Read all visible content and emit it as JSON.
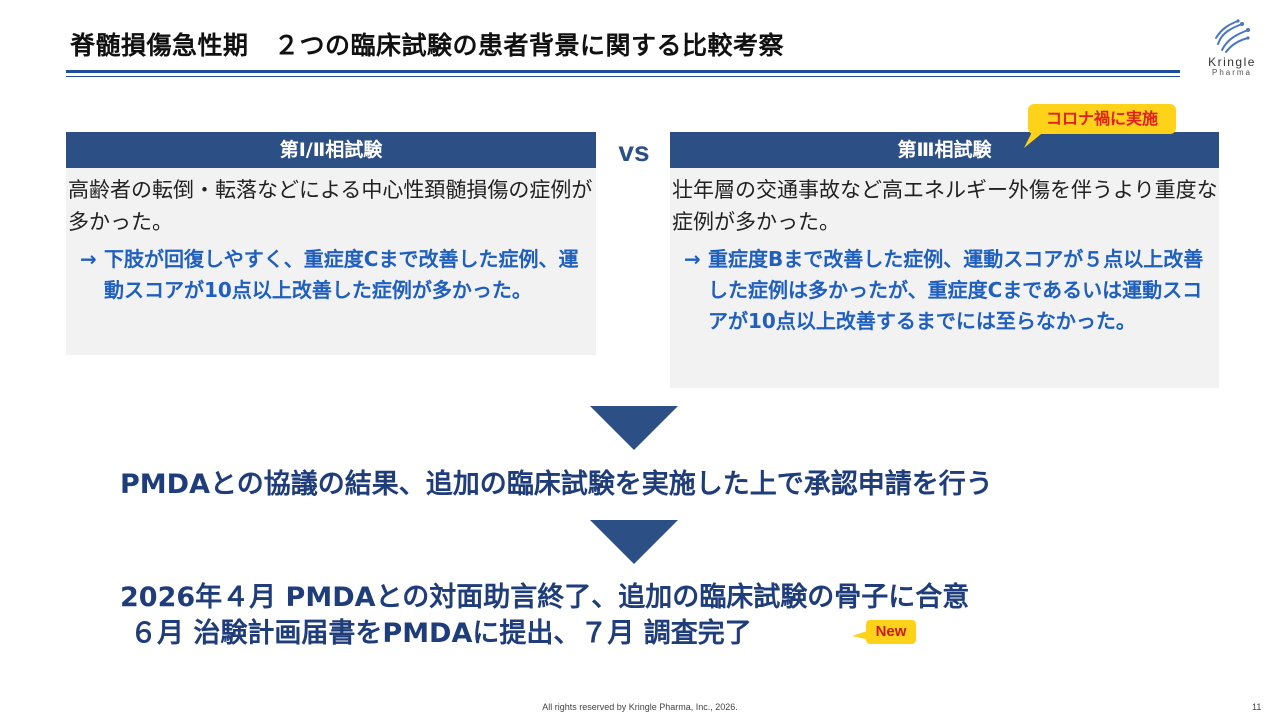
{
  "slide": {
    "title": "脊髄損傷急性期　２つの臨床試験の患者背景に関する比較考察",
    "logo": {
      "name": "Kringle",
      "sub": "Pharma"
    },
    "left_panel": {
      "header": "第Ⅰ/Ⅱ相試験",
      "description": "高齢者の転倒・転落などによる中心性頚髄損傷の症例が多かった。",
      "arrow": "→",
      "conclusion": "下肢が回復しやすく、重症度Cまで改善した症例、運動スコアが10点以上改善した症例が多かった。"
    },
    "vs_label": "vs",
    "right_panel": {
      "header": "第Ⅲ相試験",
      "description": "壮年層の交通事故など高エネルギー外傷を伴うより重度な症例が多かった。",
      "arrow": "→",
      "conclusion": "重症度Bまで改善した症例、運動スコアが５点以上改善した症例は多かったが、重症度Cまであるいは運動スコアが10点以上改善するまでには至らなかった。"
    },
    "callout": "コロナ禍に実施",
    "result1": "PMDAとの協議の結果、追加の臨床試験を実施した上で承認申請を行う",
    "result2_line1": "2026年４月 PMDAとの対面助言終了、追加の臨床試験の骨子に合意",
    "result2_line2": "６月 治験計画届書をPMDAに提出、７月 調査完了",
    "new_badge": "New",
    "footer": "All rights reserved by Kringle Pharma, Inc., 2026.",
    "page_number": "11"
  },
  "colors": {
    "header_bg": "#2c4f86",
    "accent_blue": "#1f5fbf",
    "dark_blue_text": "#1f3d7a",
    "callout_yellow": "#ffd21a",
    "callout_red": "#e02020",
    "panel_bg": "#f2f2f2"
  }
}
